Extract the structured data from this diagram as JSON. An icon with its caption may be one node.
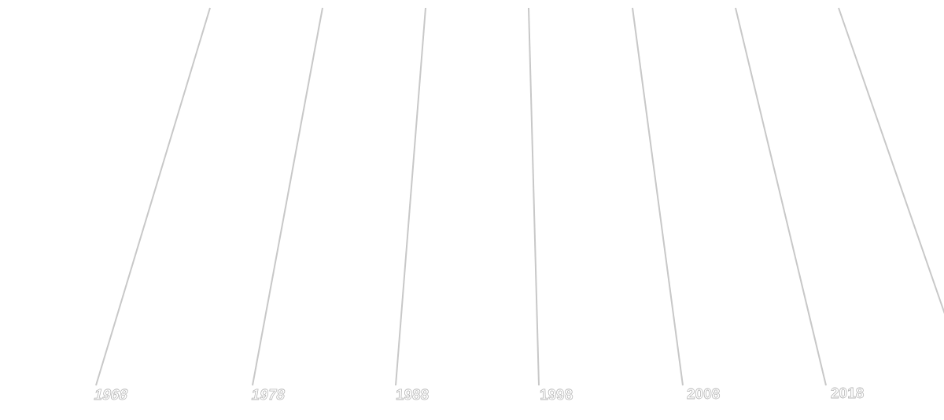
{
  "diagram": {
    "labels": [
      "1968",
      "1978",
      "1988",
      "1998",
      "2008",
      "2018"
    ]
  }
}
